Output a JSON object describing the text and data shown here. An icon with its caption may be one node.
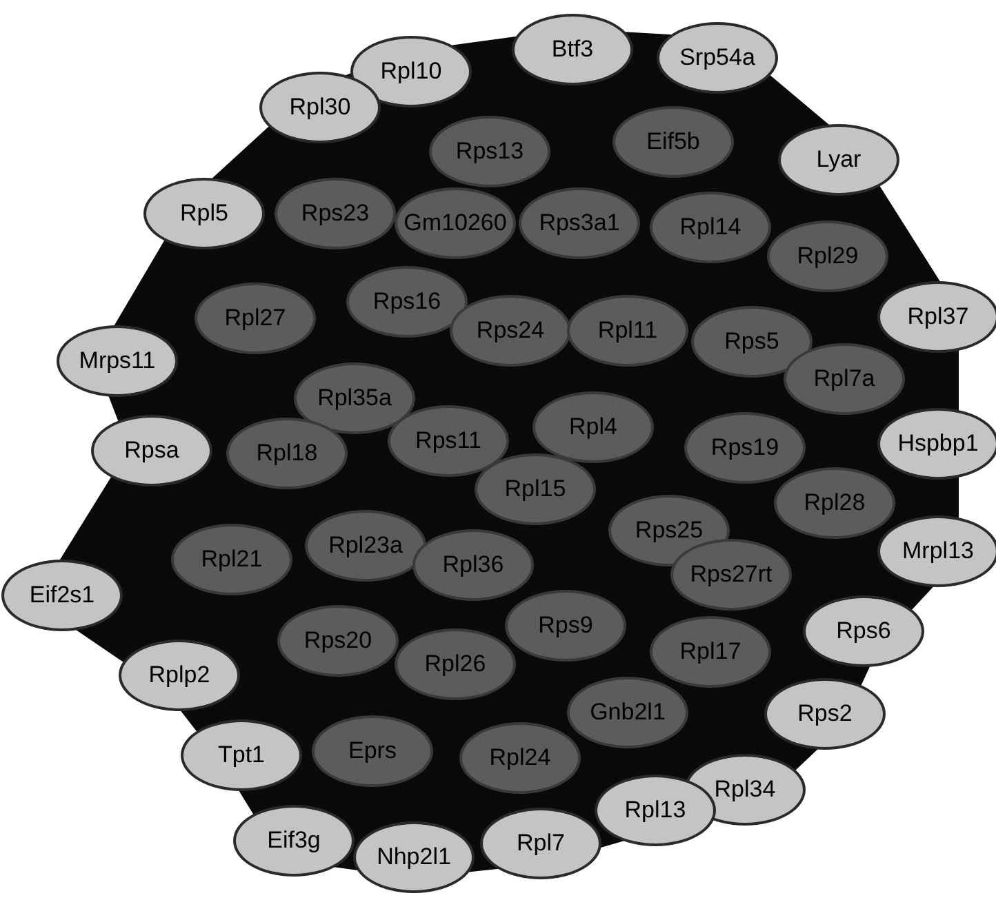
{
  "diagram": {
    "nodes": [
      {
        "text": [
          "Btf3"
        ]
      },
      {
        "text": [
          "Srp54a"
        ]
      },
      {
        "text": [
          "Rpl10"
        ]
      },
      {
        "text": [
          "Rpl30"
        ]
      },
      {
        "text": [
          "Eif5b"
        ]
      },
      {
        "text": [
          "Rps13"
        ]
      },
      {
        "text": [
          "Lyar"
        ]
      },
      {
        "text": [
          "Rpl5"
        ]
      },
      {
        "text": [
          "Rps23"
        ]
      },
      {
        "text": [
          "Gm10260"
        ]
      },
      {
        "text": [
          "Rps3a1"
        ]
      },
      {
        "text": [
          "Rpl14"
        ]
      },
      {
        "text": [
          "Rpl29"
        ]
      },
      {
        "text": [
          "Rps16"
        ]
      },
      {
        "text": [
          "Rpl37"
        ]
      },
      {
        "text": [
          "Rpl27"
        ]
      },
      {
        "text": [
          "Rps24"
        ]
      },
      {
        "text": [
          "Rpl11"
        ]
      },
      {
        "text": [
          "Rps5"
        ]
      },
      {
        "text": [
          "Mrps11"
        ]
      },
      {
        "text": [
          "Rpl7a"
        ]
      },
      {
        "text": [
          "Rpl35a"
        ]
      },
      {
        "text": [
          "Rpl4"
        ]
      },
      {
        "text": [
          "Rps11"
        ]
      },
      {
        "text": [
          "Hspbp1"
        ]
      },
      {
        "text": [
          "Rps19"
        ]
      },
      {
        "text": [
          "Rpsa"
        ]
      },
      {
        "text": [
          "Rpl18"
        ]
      },
      {
        "text": [
          "Rpl15"
        ]
      },
      {
        "text": [
          "Rpl28"
        ]
      },
      {
        "text": [
          "Rps25"
        ]
      },
      {
        "text": [
          "Rpl23a"
        ]
      },
      {
        "text": [
          "Mrpl13"
        ]
      },
      {
        "text": [
          "Rpl21"
        ]
      },
      {
        "text": [
          "Rpl36"
        ]
      },
      {
        "text": [
          "Rps27rt"
        ]
      },
      {
        "text": [
          "Eif2s1"
        ]
      },
      {
        "text": [
          "Rps9"
        ]
      },
      {
        "text": [
          "Rps6"
        ]
      },
      {
        "text": [
          "Rps20"
        ]
      },
      {
        "text": [
          "Rpl17"
        ]
      },
      {
        "text": [
          "Rpl26"
        ]
      },
      {
        "text": [
          "Rplp2"
        ]
      },
      {
        "text": [
          "Gnb2l1"
        ]
      },
      {
        "text": [
          "Rps2"
        ]
      },
      {
        "text": [
          "Eprs"
        ]
      },
      {
        "text": [
          "Tpt1"
        ]
      },
      {
        "text": [
          "Rpl24"
        ]
      },
      {
        "text": [
          "Rpl34"
        ]
      },
      {
        "text": [
          "Rpl13"
        ]
      },
      {
        "text": [
          "Eif3g"
        ]
      },
      {
        "text": [
          "Rpl7"
        ]
      },
      {
        "text": [
          "Nhp2l1"
        ]
      }
    ]
  }
}
